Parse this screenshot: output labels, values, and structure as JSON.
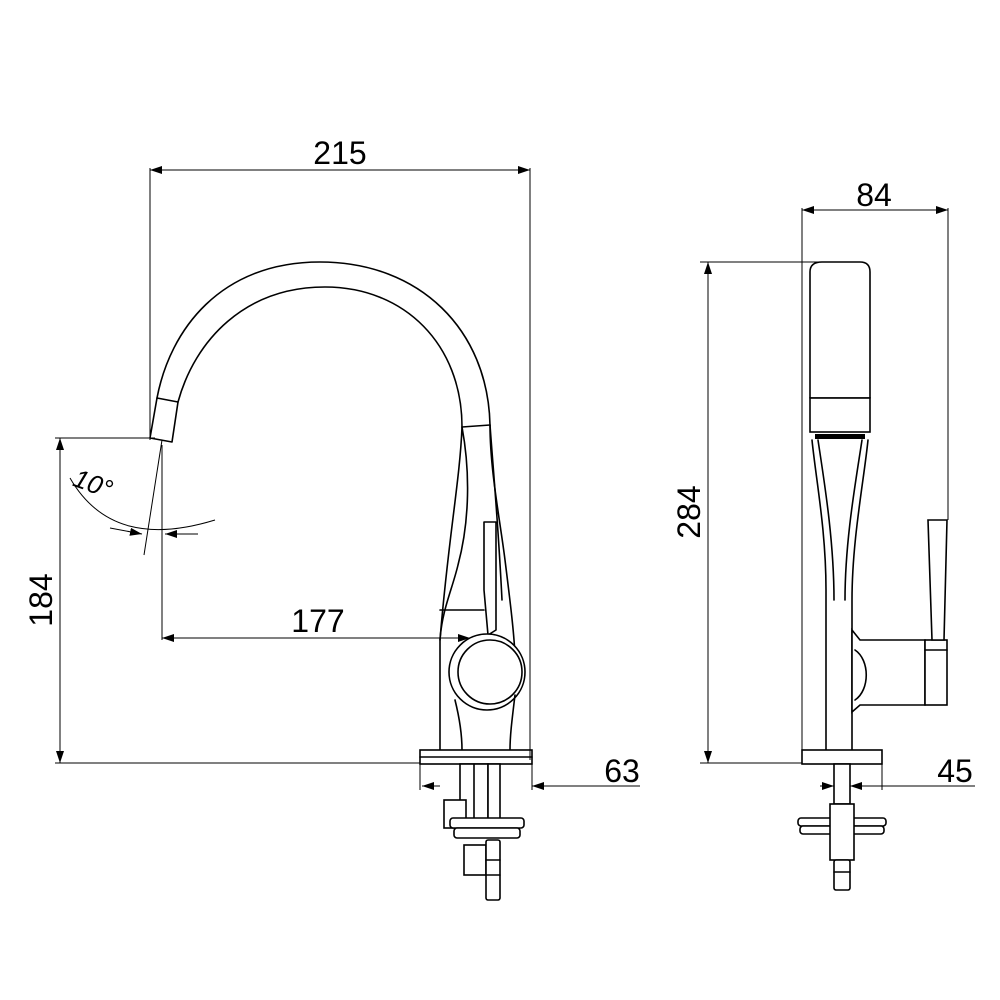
{
  "front_view": {
    "width_dimension": "215",
    "height_dimension": "184",
    "reach_dimension": "177",
    "base_dimension": "63",
    "spout_angle": "10°"
  },
  "side_view": {
    "width_dimension": "84",
    "height_dimension": "284",
    "base_dimension": "45"
  }
}
